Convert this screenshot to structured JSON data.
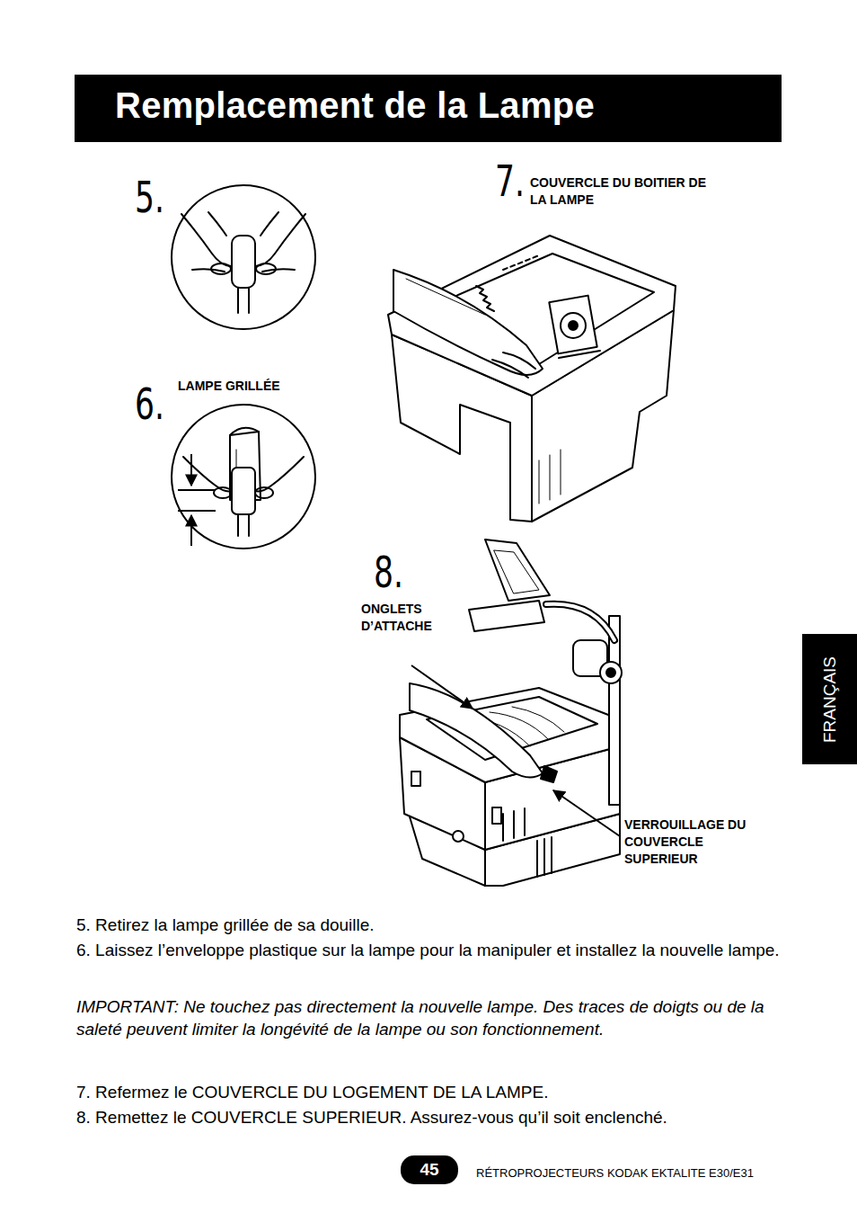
{
  "diagram": {
    "title": "Remplacement de la Lampe",
    "nodes": [
      {
        "text": [
          "FRANÇAIS"
        ]
      },
      {
        "text": [
          "45"
        ]
      }
    ],
    "labels": [
      "5.",
      "6.",
      "LAMPE GRILLÉE",
      "7.",
      "COUVERCLE DU BOITIER DE LA LAMPE",
      "8.",
      "ONGLETS D’ATTACHE",
      "VERROUILLAGE DU COUVERCLE SUPERIEUR",
      "5. Retirez la lampe grillée de sa douille.",
      "6. Laissez l’enveloppe plastique sur la lampe pour la manipuler et installez la nouvelle lampe.",
      "IMPORTANT: Ne touchez pas directement la nouvelle lampe. Des traces de doigts ou de la saleté peuvent limiter la longévité de la lampe ou son fonctionnement.",
      "7. Refermez le COUVERCLE DU LOGEMENT DE LA LAMPE.",
      "8. Remettez le COUVERCLE SUPERIEUR. Assurez-vous qu’il soit enclenché.",
      "RÉTROPROJECTEURS KODAK EKTALITE E30/E31"
    ]
  }
}
